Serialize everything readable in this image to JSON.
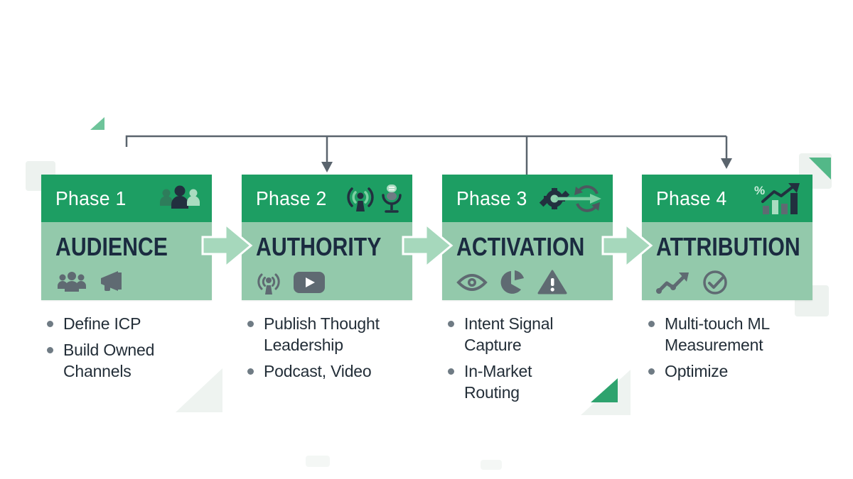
{
  "palette": {
    "header_green": "#1d9e63",
    "band_green": "#93c9ab",
    "flow_arrow_green": "#a6d8bc",
    "navy": "#1b2b40",
    "icon_gray": "#5f6a72",
    "connector_gray": "#5a646d",
    "text_dark": "#232e38",
    "pale_shape": "#edf2ef",
    "accent_green": "#2ea36e"
  },
  "phases": [
    {
      "phase_label": "Phase 1",
      "title": "AUDIENCE",
      "header_icons": [
        "people-trio-icon"
      ],
      "body_icons": [
        "people-group-icon",
        "megaphone-icon"
      ],
      "bullets": [
        "Define ICP",
        "Build Owned Channels"
      ]
    },
    {
      "phase_label": "Phase 2",
      "title": "AUTHORITY",
      "header_icons": [
        "podcast-icon",
        "microphone-icon"
      ],
      "body_icons": [
        "podcast-icon",
        "youtube-play-icon"
      ],
      "bullets": [
        "Publish Thought Leadership",
        "Podcast, Video"
      ]
    },
    {
      "phase_label": "Phase 3",
      "title": "ACTIVATION",
      "header_icons": [
        "gear-arrow-icon",
        "sync-icon"
      ],
      "body_icons": [
        "eye-icon",
        "pie-chart-icon",
        "warning-icon"
      ],
      "bullets": [
        "Intent Signal Capture",
        "In-Market Routing"
      ]
    },
    {
      "phase_label": "Phase 4",
      "title": "ATTRIBUTION",
      "header_icons": [
        "percent-growth-chart-icon"
      ],
      "body_icons": [
        "trend-arrow-icon",
        "check-circle-icon"
      ],
      "bullets": [
        "Multi-touch ML Measurement",
        "Optimize"
      ]
    }
  ],
  "icons": {
    "percent_label": "%"
  }
}
